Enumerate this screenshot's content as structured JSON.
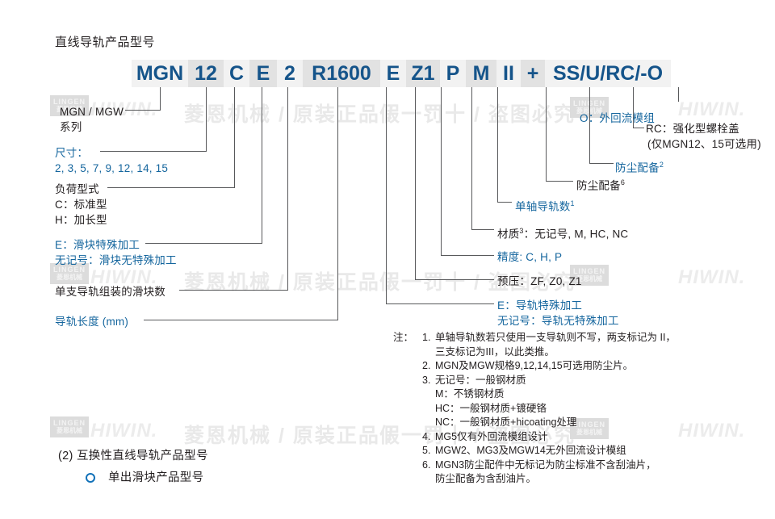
{
  "page": {
    "title": "直线导轨产品型号"
  },
  "code_row": {
    "segments": [
      {
        "text": "MGN",
        "width": 70,
        "shade": "a"
      },
      {
        "text": "12",
        "width": 44,
        "shade": "b"
      },
      {
        "text": "C",
        "width": 32,
        "shade": "a"
      },
      {
        "text": "E",
        "width": 34,
        "shade": "b"
      },
      {
        "text": "2",
        "width": 32,
        "shade": "a"
      },
      {
        "text": "R1600",
        "width": 96,
        "shade": "b"
      },
      {
        "text": "E",
        "width": 32,
        "shade": "a"
      },
      {
        "text": "Z1",
        "width": 42,
        "shade": "b"
      },
      {
        "text": "P",
        "width": 32,
        "shade": "a"
      },
      {
        "text": "M",
        "width": 38,
        "shade": "b"
      },
      {
        "text": "II",
        "width": 30,
        "shade": "a"
      },
      {
        "text": "+",
        "width": 30,
        "shade": "b"
      },
      {
        "text": "SS/U/RC/-O",
        "width": 156,
        "shade": "a"
      }
    ]
  },
  "left_labels": [
    {
      "id": "series",
      "lines": [
        {
          "t": "MGN / MGW",
          "c": "dark"
        },
        {
          "t": "系列",
          "c": "dark"
        }
      ]
    },
    {
      "id": "size",
      "lines": [
        {
          "t": "尺寸：",
          "c": "blue"
        },
        {
          "t": "2, 3, 5, 7, 9, 12, 14, 15",
          "c": "blue"
        }
      ]
    },
    {
      "id": "load-type",
      "lines": [
        {
          "t": "负荷型式",
          "c": "dark"
        },
        {
          "t": "C：标准型",
          "c": "dark"
        },
        {
          "t": "H：加长型",
          "c": "dark"
        }
      ]
    },
    {
      "id": "block-mach",
      "lines": [
        {
          "t": "E：滑块特殊加工",
          "c": "blue"
        },
        {
          "t": "无记号：滑块无特殊加工",
          "c": "blue"
        }
      ]
    },
    {
      "id": "block-count",
      "lines": [
        {
          "t": "单支导轨组装的滑块数",
          "c": "dark"
        }
      ]
    },
    {
      "id": "rail-length",
      "lines": [
        {
          "t": "导轨长度 (mm)",
          "c": "blue"
        }
      ]
    }
  ],
  "right_labels": [
    {
      "id": "outer-recirc",
      "lines": [
        {
          "t": "O：外回流模组",
          "c": "blue"
        }
      ]
    },
    {
      "id": "bolt-cap",
      "lines": [
        {
          "t": "RC：强化型螺栓盖",
          "c": "dark"
        },
        {
          "t": "(仅MGN12、15可选用)",
          "c": "dark"
        }
      ]
    },
    {
      "id": "dust-2",
      "lines": [
        {
          "t": "防尘配备",
          "c": "blue",
          "sup": "2"
        }
      ]
    },
    {
      "id": "dust-6",
      "lines": [
        {
          "t": "防尘配备",
          "c": "dark",
          "sup": "6"
        }
      ]
    },
    {
      "id": "rail-count",
      "lines": [
        {
          "t": "单轴导轨数",
          "c": "blue",
          "sup": "1"
        }
      ]
    },
    {
      "id": "material",
      "lines": [
        {
          "t": "材质",
          "c": "dark",
          "sup": "3",
          "t2": "：无记号, M, HC, NC"
        }
      ]
    },
    {
      "id": "accuracy",
      "lines": [
        {
          "t": "精度: C, H, P",
          "c": "blue"
        }
      ]
    },
    {
      "id": "preload",
      "lines": [
        {
          "t": "预压：ZF, Z0, Z1",
          "c": "dark"
        }
      ]
    },
    {
      "id": "rail-mach",
      "lines": [
        {
          "t": "E：导轨特殊加工",
          "c": "blue"
        },
        {
          "t": "无记号：导轨无特殊加工",
          "c": "blue"
        }
      ]
    }
  ],
  "notes": {
    "head": "注：",
    "items": [
      {
        "num": "1.",
        "lines": [
          "单轴导轨数若只使用一支导轨则不写，两支标记为 II，",
          "三支标记为III，以此类推。"
        ]
      },
      {
        "num": "2.",
        "lines": [
          "MGN及MGW规格9,12,14,15可选用防尘片。"
        ]
      },
      {
        "num": "3.",
        "lines": [
          "无记号：一般钢材质",
          "M：不锈钢材质",
          "HC：一般钢材质+镀硬铬",
          "NC：一般钢材质+hicoating处理"
        ]
      },
      {
        "num": "4.",
        "lines": [
          "MG5仅有外回流模组设计"
        ]
      },
      {
        "num": "5.",
        "lines": [
          "MGW2、MG3及MGW14无外回流设计模组"
        ]
      },
      {
        "num": "6.",
        "lines": [
          "MGN3防尘配件中无标记为防尘标准不含刮油片，",
          "防尘配备为含刮油片。"
        ]
      }
    ]
  },
  "bottom": {
    "section": "(2) 互换性直线导轨产品型号",
    "bullet_label": "单出滑块产品型号"
  },
  "watermarks": {
    "brand_text": "HIWIN.",
    "logo_top": "LINGEN",
    "logo_bottom": "菱恩机械",
    "phrase_a": "菱恩机械 / 原装正品 /",
    "phrase_b": "假一罚十 / 盗图必究",
    "phrase_c": "盗图必究",
    "phrase_d": "假一罚十 / 盗图必究"
  },
  "colors": {
    "accent_blue": "#15548a",
    "label_blue": "#15669e",
    "line_gray": "#58595b",
    "seg_light": "#f2f2f2",
    "seg_dark": "#e2e2e2"
  }
}
